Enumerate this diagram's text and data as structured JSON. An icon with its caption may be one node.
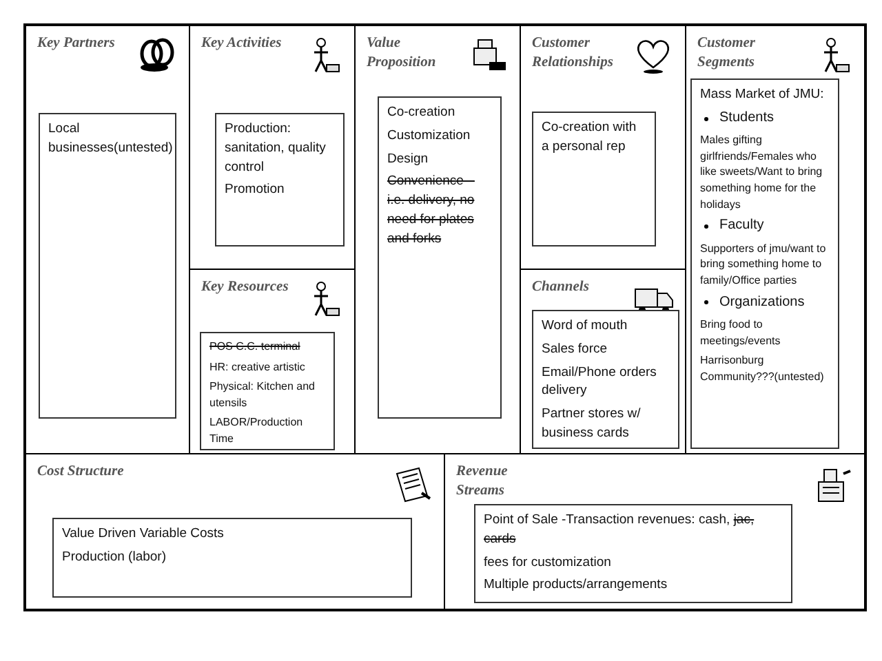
{
  "diagram": {
    "nodes": [
      {
        "text": [
          "Key Partners"
        ]
      },
      {
        "text": [
          "Local businesses(untested)"
        ],
        "in": 0
      },
      {
        "text": [
          "Key Activities"
        ]
      },
      {
        "text": [
          "Production: sanitation, quality control",
          "Promotion"
        ],
        "in": 2
      },
      {
        "text": [
          "Key Resources"
        ]
      },
      {
        "text": [
          "POS C.C. terminal",
          "HR: creative artistic",
          "Physical: Kitchen and utensils",
          "LABOR/Production Time"
        ],
        "in": 4
      },
      {
        "text": [
          "Value Proposition"
        ]
      },
      {
        "text": [
          "Co-creation",
          "Customization",
          "Design",
          "Convenience – i.e. delivery, no need for plates and forks"
        ],
        "in": 6
      },
      {
        "text": [
          "Customer Relationships"
        ]
      },
      {
        "text": [
          "Co-creation with a personal rep"
        ],
        "in": 8
      },
      {
        "text": [
          "Channels"
        ]
      },
      {
        "text": [
          "Word of mouth",
          "Sales force",
          "Email/Phone orders delivery",
          "Partner stores w/ business cards"
        ],
        "in": 10
      },
      {
        "text": [
          "Customer Segments"
        ]
      },
      {
        "text": [
          "Mass Market of JMU:",
          "Students",
          "Males gifting girlfriends/Females who like sweets/Want to bring something home for the holidays",
          "Faculty",
          "Supporters of jmu/want to bring something home to family/Office parties",
          "Organizations",
          "Bring food to meetings/events",
          "Harrisonburg Community???(untested)"
        ],
        "in": 12
      },
      {
        "text": [
          "Cost Structure"
        ]
      },
      {
        "text": [
          "Value Driven Variable Costs",
          "Production (labor)"
        ],
        "in": 14
      },
      {
        "text": [
          "Revenue Streams"
        ]
      },
      {
        "text": [
          "Point of Sale -Transaction revenues: cash,",
          "jac, cards",
          "fees for customization",
          "Multiple products/arrangements"
        ],
        "in": 16
      }
    ],
    "edges": []
  }
}
